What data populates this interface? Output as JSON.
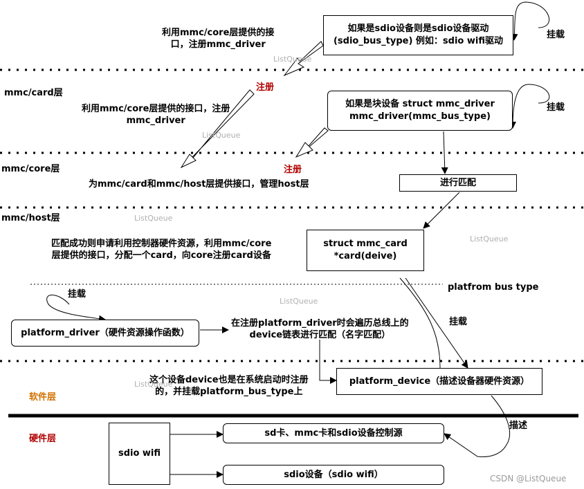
{
  "layers": {
    "mmc_card": "mmc/card层",
    "mmc_core": "mmc/core层",
    "mmc_host": "mmc/host层",
    "software": "软件层",
    "hardware": "硬件层"
  },
  "boxes": {
    "sdio_driver": [
      "如果是sdio设备则是sdio设备驱动",
      "(sdio_bus_type) 例如：sdio wifi驱动"
    ],
    "mmc_driver": [
      "如果是块设备 struct mmc_driver",
      "mmc_driver(mmc_bus_type)"
    ],
    "match": "进行匹配",
    "mmc_card": [
      "struct mmc_card",
      "*card(deive)"
    ],
    "platform_driver": "platform_driver（硬件资源操作函数）",
    "platform_device": "platform_device（描述设备器硬件资源）",
    "sdio_wifi": "sdio wifi",
    "controller": "sd卡、mmc卡和sdio设备控制源",
    "sdio_device": "sdio设备（sdio wifi）"
  },
  "labels": {
    "use_core_top": [
      "利用mmc/core层提供的接",
      "口，注册mmc_driver"
    ],
    "use_core_mid": [
      "利用mmc/core层提供的接口，注册",
      "mmc_driver"
    ],
    "register_1": "注册",
    "register_2": "注册",
    "hang_1": "挂载",
    "hang_2": "挂载",
    "hang_3": "挂载",
    "hang_4": "挂载",
    "describe": "描述",
    "core_desc": "为mmc/card和mmc/host层提供接口，管理host层",
    "match_success": [
      "匹配成功则申请利用控制器硬件资源，利用mmc/core",
      "层提供的接口，分配一个card，向core注册card设备"
    ],
    "platfrom_bus": "platfrom bus type",
    "traverse": [
      "在注册platform_driver时会遍历总线上的",
      "device链表进行匹配（名字匹配）"
    ],
    "device_note": [
      "这个设备device也是在系统启动时注册",
      "的，并挂载platform_bus_type上"
    ]
  },
  "watermarks": {
    "wm_1": "ListQueue",
    "wm_2": "ListQueue",
    "wm_3": "ListQueue",
    "wm_4": "ListQueue",
    "wm_5": "ListQueue",
    "wm_6": "ListQueue",
    "csdn": "CSDN @ListQueue"
  }
}
